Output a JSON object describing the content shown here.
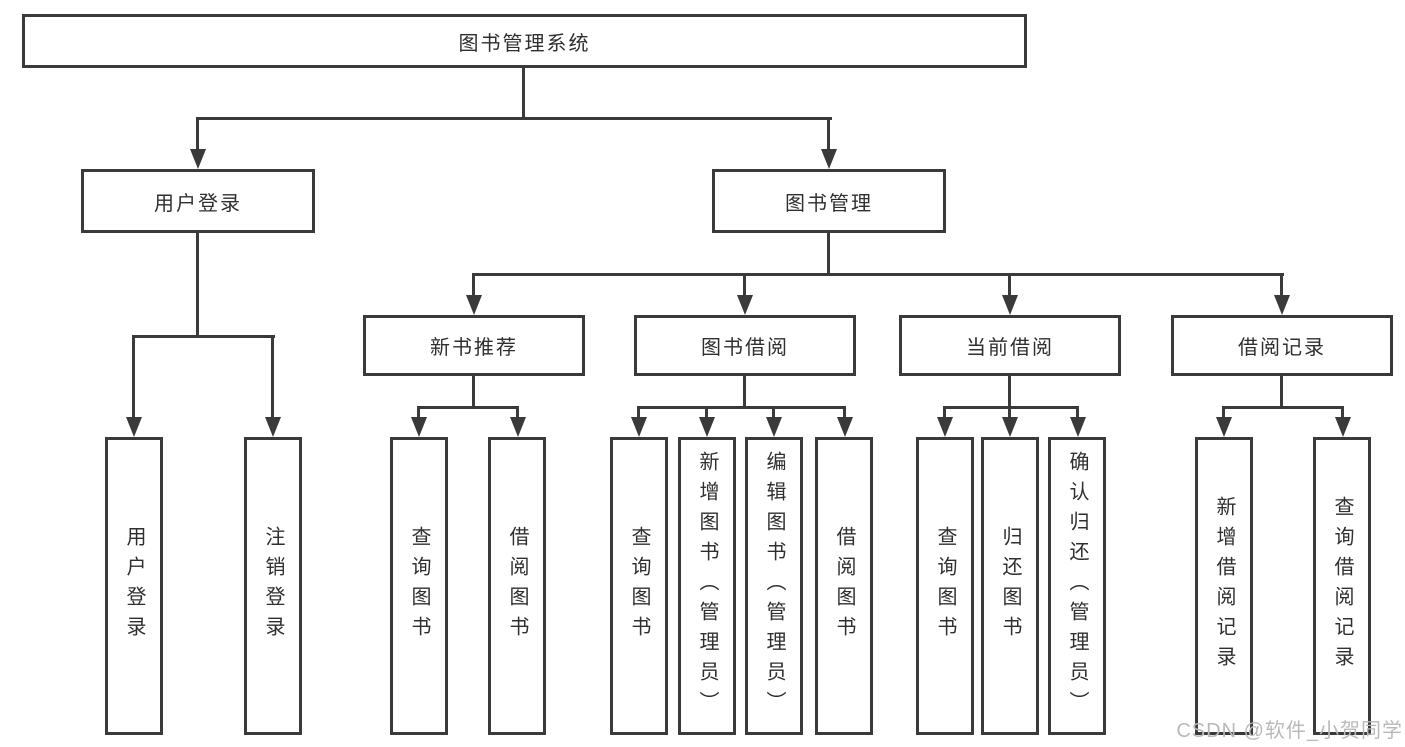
{
  "diagram_title": "图书管理系统",
  "tree": {
    "root": {
      "label": "图书管理系统"
    },
    "branches": [
      {
        "label": "用户登录",
        "children": [
          {
            "label": "用户登录"
          },
          {
            "label": "注销登录"
          }
        ]
      },
      {
        "label": "图书管理",
        "children": [
          {
            "label": "新书推荐",
            "children": [
              {
                "label": "查询图书"
              },
              {
                "label": "借阅图书"
              }
            ]
          },
          {
            "label": "图书借阅",
            "children": [
              {
                "label": "查询图书"
              },
              {
                "label": "新增图书（管理员）"
              },
              {
                "label": "编辑图书（管理员）"
              },
              {
                "label": "借阅图书"
              }
            ]
          },
          {
            "label": "当前借阅",
            "children": [
              {
                "label": "查询图书"
              },
              {
                "label": "归还图书"
              },
              {
                "label": "确认归还（管理员）"
              }
            ]
          },
          {
            "label": "借阅记录",
            "children": [
              {
                "label": "新增借阅记录"
              },
              {
                "label": "查询借阅记录"
              }
            ]
          }
        ]
      }
    ]
  },
  "watermark": {
    "text": "CSDN @软件_小贺同学"
  },
  "colors": {
    "line": "#3a3a3a",
    "text": "#2f2f2f",
    "watermark": "#b9b9b9",
    "background": "#ffffff"
  }
}
